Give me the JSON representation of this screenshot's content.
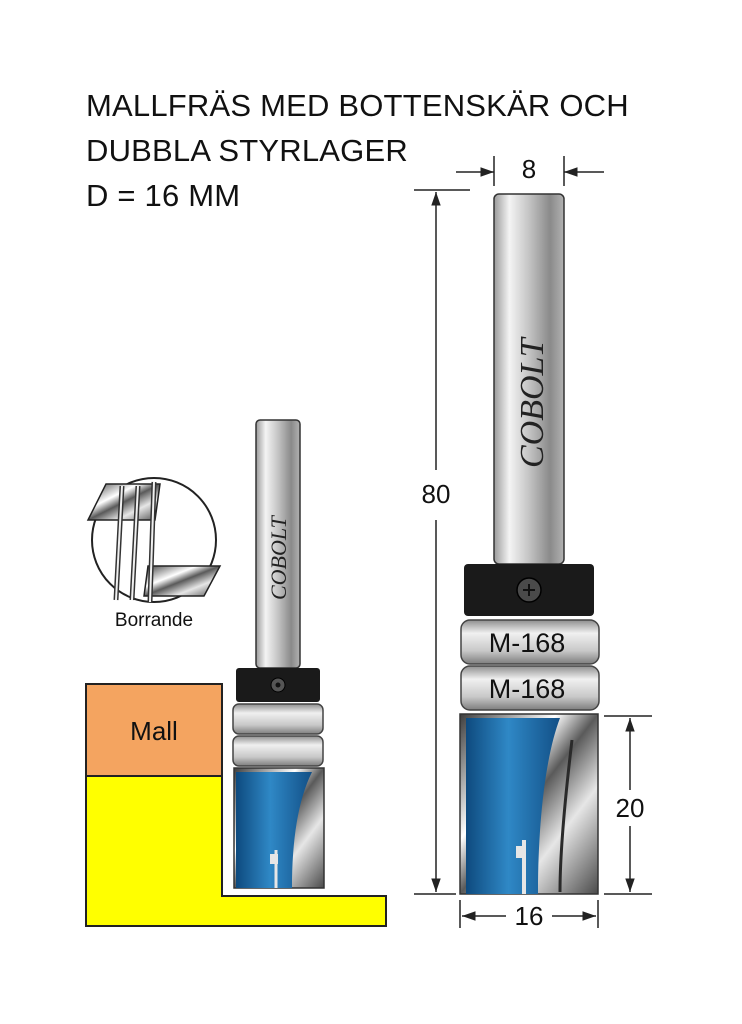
{
  "title": {
    "line1": "MALLFRÄS MED BOTTENSKÄR OCH",
    "line2": "DUBBLA STYRLAGER",
    "line3": "D = 16 MM"
  },
  "brand": "COBOLT",
  "bearing_code": "M-168",
  "labels": {
    "template": "Mall",
    "plunge": "Borrande"
  },
  "dimensions": {
    "shank_diameter": "8",
    "total_length": "80",
    "cutting_length": "20",
    "cutting_diameter": "16"
  },
  "colors": {
    "template": "#f4a460",
    "workpiece": "#ffff00",
    "flute": "#1a6aa8",
    "collar": "#1a1a1a"
  }
}
